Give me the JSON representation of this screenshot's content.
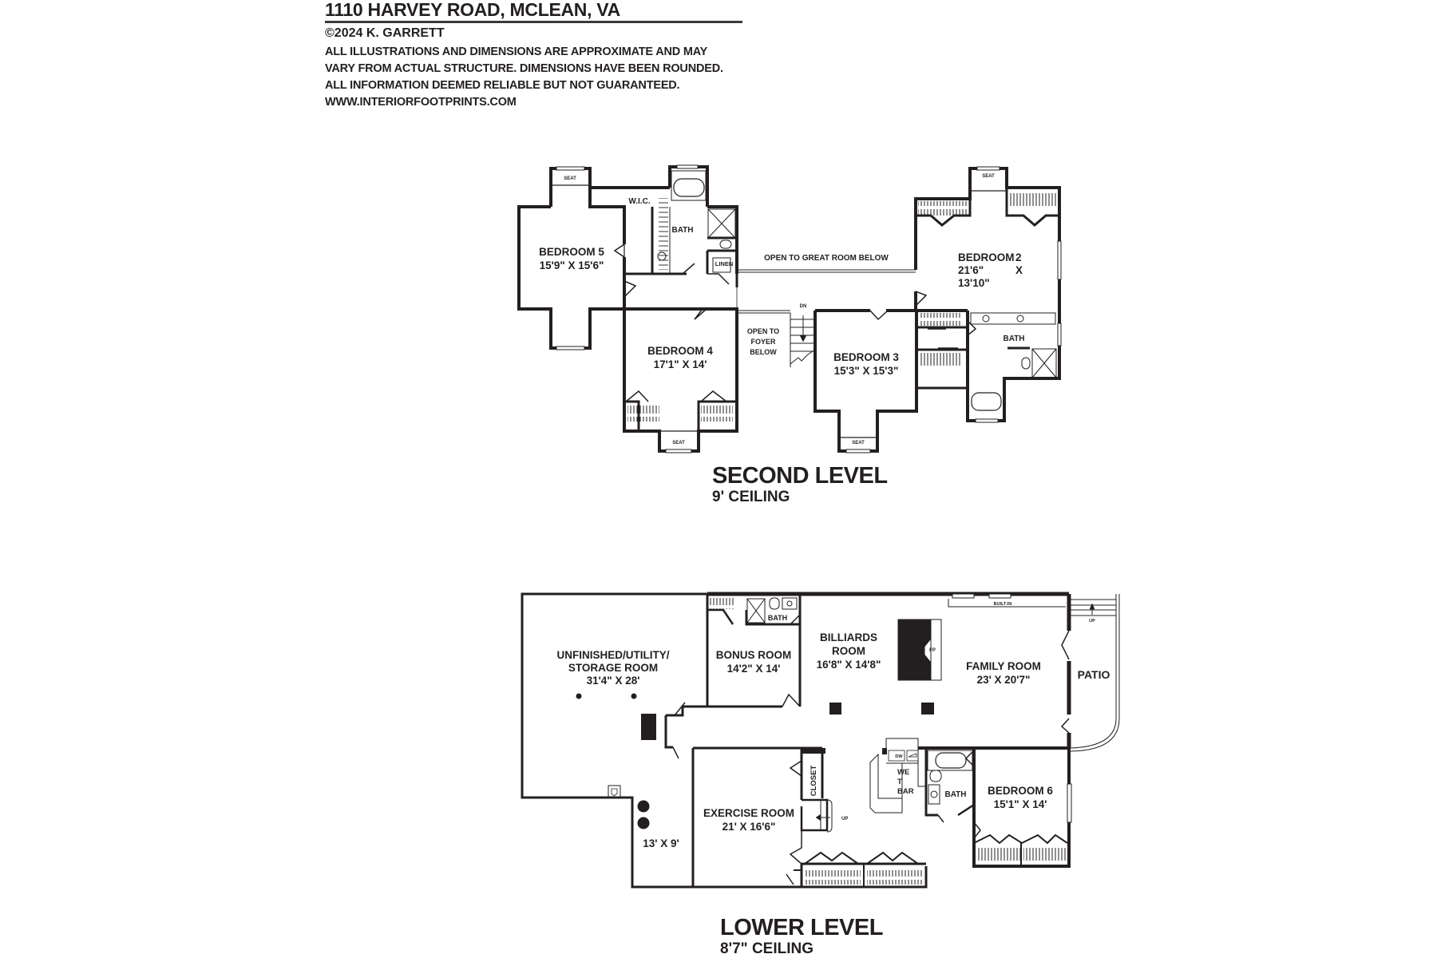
{
  "header": {
    "title": "1110 HARVEY ROAD, MCLEAN, VA",
    "copyright": "©2024 K. GARRETT",
    "disclaimer_lines": [
      "ALL ILLUSTRATIONS AND DIMENSIONS ARE APPROXIMATE AND MAY",
      "VARY FROM ACTUAL STRUCTURE. DIMENSIONS HAVE BEEN ROUNDED.",
      "ALL INFORMATION DEEMED RELIABLE BUT NOT GUARANTEED.",
      "WWW.INTERIORFOOTPRINTS.COM"
    ]
  },
  "colors": {
    "ink": "#231f20",
    "background": "#ffffff",
    "window": "#ffffff"
  },
  "second_level": {
    "name": "SECOND LEVEL",
    "ceiling": "9' CEILING",
    "rooms": {
      "bedroom5": {
        "name": "BEDROOM 5",
        "dims": "15'9\" X 15'6\""
      },
      "wic": {
        "name": "W.I.C."
      },
      "bath_b5": {
        "name": "BATH"
      },
      "linen": {
        "name": "LINEN"
      },
      "open_great": {
        "name": "OPEN TO GREAT ROOM BELOW"
      },
      "bedroom2": {
        "name": "BEDROOM",
        "num": "2",
        "dim1": "21'6\"",
        "x": "X",
        "dim2": "13'10\""
      },
      "bedroom4": {
        "name": "BEDROOM 4",
        "dims": "17'1\" X 14'"
      },
      "open_foyer": {
        "lines": [
          "OPEN TO",
          "FOYER",
          "BELOW"
        ]
      },
      "stairs": {
        "label": "DN"
      },
      "bedroom3": {
        "name": "BEDROOM 3",
        "dims": "15'3\" X 15'3\""
      },
      "bath_b2": {
        "name": "BATH"
      },
      "seat_labels": [
        "SEAT",
        "SEAT",
        "SEAT",
        "SEAT"
      ]
    }
  },
  "lower_level": {
    "name": "LOWER LEVEL",
    "ceiling": "8'7\" CEILING",
    "rooms": {
      "unfinished": {
        "lines": [
          "UNFINISHED/UTILITY/",
          "STORAGE ROOM"
        ],
        "dims": "31'4\" X 28'"
      },
      "bonus": {
        "name": "BONUS ROOM",
        "dims": "14'2\" X 14'"
      },
      "bath_bonus": {
        "name": "BATH"
      },
      "billiards": {
        "lines": [
          "BILLIARDS",
          "ROOM"
        ],
        "dims": "16'8\" X 14'8\""
      },
      "fireplace": {
        "label": "FP"
      },
      "builtin": {
        "label": "BUILT-IN"
      },
      "family": {
        "name": "FAMILY ROOM",
        "dims": "23' X 20'7\""
      },
      "patio": {
        "name": "PATIO",
        "stairs_label": "UP"
      },
      "small_area": {
        "dims": "13' X 9'"
      },
      "exercise": {
        "name": "EXERCISE ROOM",
        "dims": "21' X 16'6\""
      },
      "closet": {
        "name": "CLOSET"
      },
      "stairs": {
        "label": "UP"
      },
      "wetbar": {
        "lines": [
          "WE",
          "T",
          "BAR"
        ],
        "dw": "DW"
      },
      "bath_b6": {
        "name": "BATH"
      },
      "bedroom6": {
        "name": "BEDROOM 6",
        "dims": "15'1\" X 14'"
      }
    }
  }
}
